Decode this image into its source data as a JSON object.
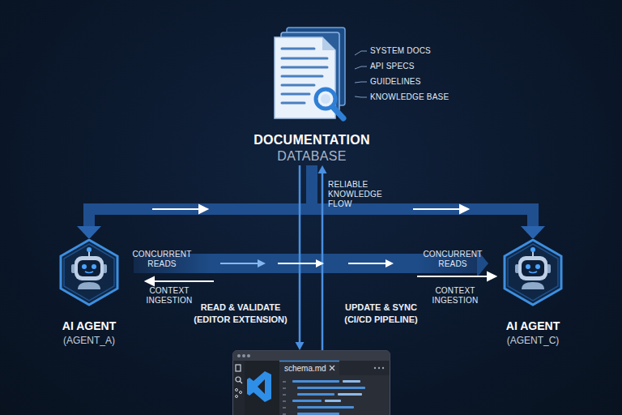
{
  "diagram": {
    "nodes": [
      {
        "text": [
          "DOCUMENTATION",
          "DATABASE"
        ]
      },
      {
        "text": [
          "AI AGENT",
          "(AGENT_A)"
        ]
      },
      {
        "text": [
          "AI AGENT",
          "(AGENT_C)"
        ]
      },
      {
        "text": [
          "schema.md"
        ]
      }
    ],
    "edges": [
      {
        "from": 0,
        "to": 1,
        "arrow": "to"
      },
      {
        "from": 0,
        "to": 2,
        "arrow": "to"
      },
      {
        "from": 1,
        "to": 2,
        "arrow": "to"
      },
      {
        "from": 0,
        "to": 3,
        "label": "READ & VALIDATE (EDITOR EXTENSION)",
        "arrow": "to"
      },
      {
        "from": 3,
        "to": 0,
        "label": "UPDATE & SYNC (CI/CD PIPELINE)",
        "arrow": "to"
      }
    ],
    "labels": [
      "SYSTEM DOCS",
      "API SPECS",
      "GUIDELINES",
      "KNOWLEDGE BASE",
      "RELIABLE KNOWLEDGE FLOW",
      "CONCURRENT READS",
      "CONTEXT INGESTION",
      "CONCURRENT READS",
      "CONTEXT INGESTION"
    ]
  }
}
